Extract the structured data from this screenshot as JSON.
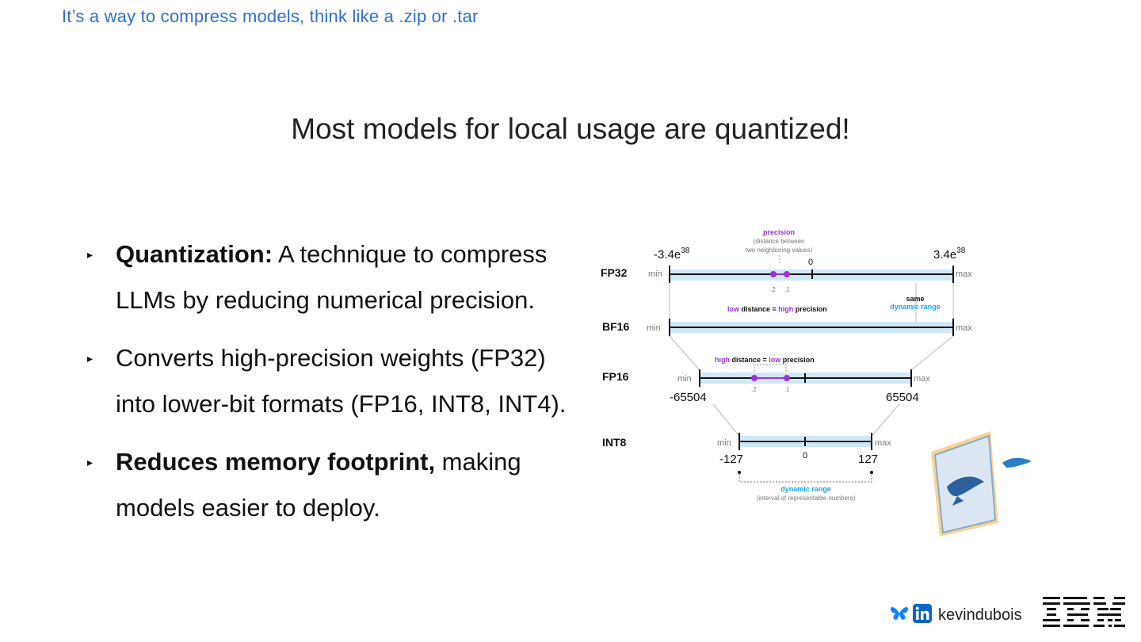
{
  "top_note": "It’s a way to compress models, think like a .zip or .tar",
  "title": "Most models for local usage are quantized!",
  "bullets": [
    {
      "bold": "Quantization:",
      "text": " A technique to compress LLMs by reducing numerical precision."
    },
    {
      "bold": "",
      "text": "Converts high-precision weights (FP32) into lower-bit formats (FP16, INT8, INT4)."
    },
    {
      "bold": "Reduces memory footprint,",
      "text": " making models easier to deploy."
    }
  ],
  "diagram": {
    "precision": "precision",
    "precision_note_1": "(distance between",
    "precision_note_2": "two neighboring values)",
    "fp32_label": "FP32",
    "bf16_label": "BF16",
    "fp16_label": "FP16",
    "int8_label": "INT8",
    "min": "min",
    "max": "max",
    "fp32_min_base": "-3.4e",
    "fp32_max_base": "3.4e",
    "exp": "38",
    "zero": "0",
    "tick_2": ".2",
    "tick_1": ".1",
    "low": "low",
    "high": "high",
    "distance_eq": " distance = ",
    "precision_word": " precision",
    "same": "same",
    "dynamic_range": "dynamic range",
    "fp16_min": "-65504",
    "fp16_max": "65504",
    "int8_min": "-127",
    "int8_max": "127",
    "dynamic_range_note": "(interval of representable numbers)",
    "accent_purple": "#9b30d9",
    "accent_blue": "#1aa3e8"
  },
  "footer": {
    "handle": "kevindubois",
    "icons": [
      "butterfly-icon",
      "linkedin-icon"
    ],
    "logo": "IBM"
  }
}
